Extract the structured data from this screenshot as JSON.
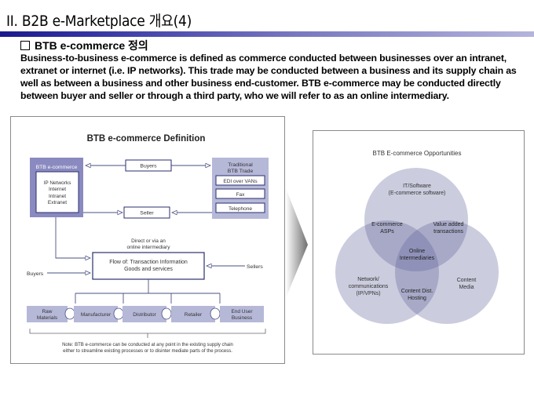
{
  "page": {
    "title": "II. B2B e-Marketplace 개요(4)",
    "section_heading": "BTB e-commerce 정의",
    "body_paragraph": "Business-to-business e-commerce is defined as commerce conducted between businesses over an intranet, extranet or internet (i.e. IP networks). This trade may be conducted between a business and its supply chain as well as between a business and other business end-customer. BTB e-commerce may be conducted directly between buyer and seller or through a third party, who we will refer to as an online intermediary.",
    "colors": {
      "accent": "#1a1a8c",
      "diagram_box": "#8a8ac0",
      "diagram_light": "#b6b8d8",
      "diagram_border": "#2a2e6e"
    }
  },
  "definition_diagram": {
    "title": "BTB e-commerce Definition",
    "btb_box": {
      "label": "BTB e-commerce",
      "items": [
        "IP Networks",
        "Internet",
        "Intranet",
        "Extranet"
      ]
    },
    "buyers_top": "Buyers",
    "seller_mid": "Seller",
    "traditional": {
      "label_line1": "Traditional",
      "label_line2": "BTB Trade",
      "items": [
        "EDI over VANs",
        "Fax",
        "Telephone"
      ]
    },
    "direct_note_line1": "Direct or via an",
    "direct_note_line2": "online intermediary",
    "flow_line1": "Flow of: Transaction Information",
    "flow_line2": "Goods and services",
    "buyers_left": "Buyers",
    "sellers_right": "Sellers",
    "chain": [
      {
        "line1": "Raw",
        "line2": "Materials"
      },
      {
        "line1": "Manufacturer",
        "line2": ""
      },
      {
        "line1": "Distributor",
        "line2": ""
      },
      {
        "line1": "Retailer",
        "line2": ""
      },
      {
        "line1": "End User",
        "line2": "Business"
      }
    ],
    "note_line1": "Note: BTB e-commerce can be conducted at any point in the existing supply chain",
    "note_line2": "either to streamline existing processes or to disinter mediate parts of the process."
  },
  "venn_diagram": {
    "title": "BTB E-commerce Opportunities",
    "top": {
      "line1": "IT/Software",
      "line2": "(E-commerce software)"
    },
    "left": {
      "line1": "Network/",
      "line2": "communications",
      "line3": "(IP/VPNs)"
    },
    "right": {
      "line1": "Content",
      "line2": "Media"
    },
    "top_left": {
      "line1": "E-commerce",
      "line2": "ASPs"
    },
    "top_right": {
      "line1": "Value added",
      "line2": "transactions"
    },
    "bottom": {
      "line1": "Content Dist.",
      "line2": "Hosting"
    },
    "center": {
      "line1": "Online",
      "line2": "Intermediaries"
    }
  }
}
